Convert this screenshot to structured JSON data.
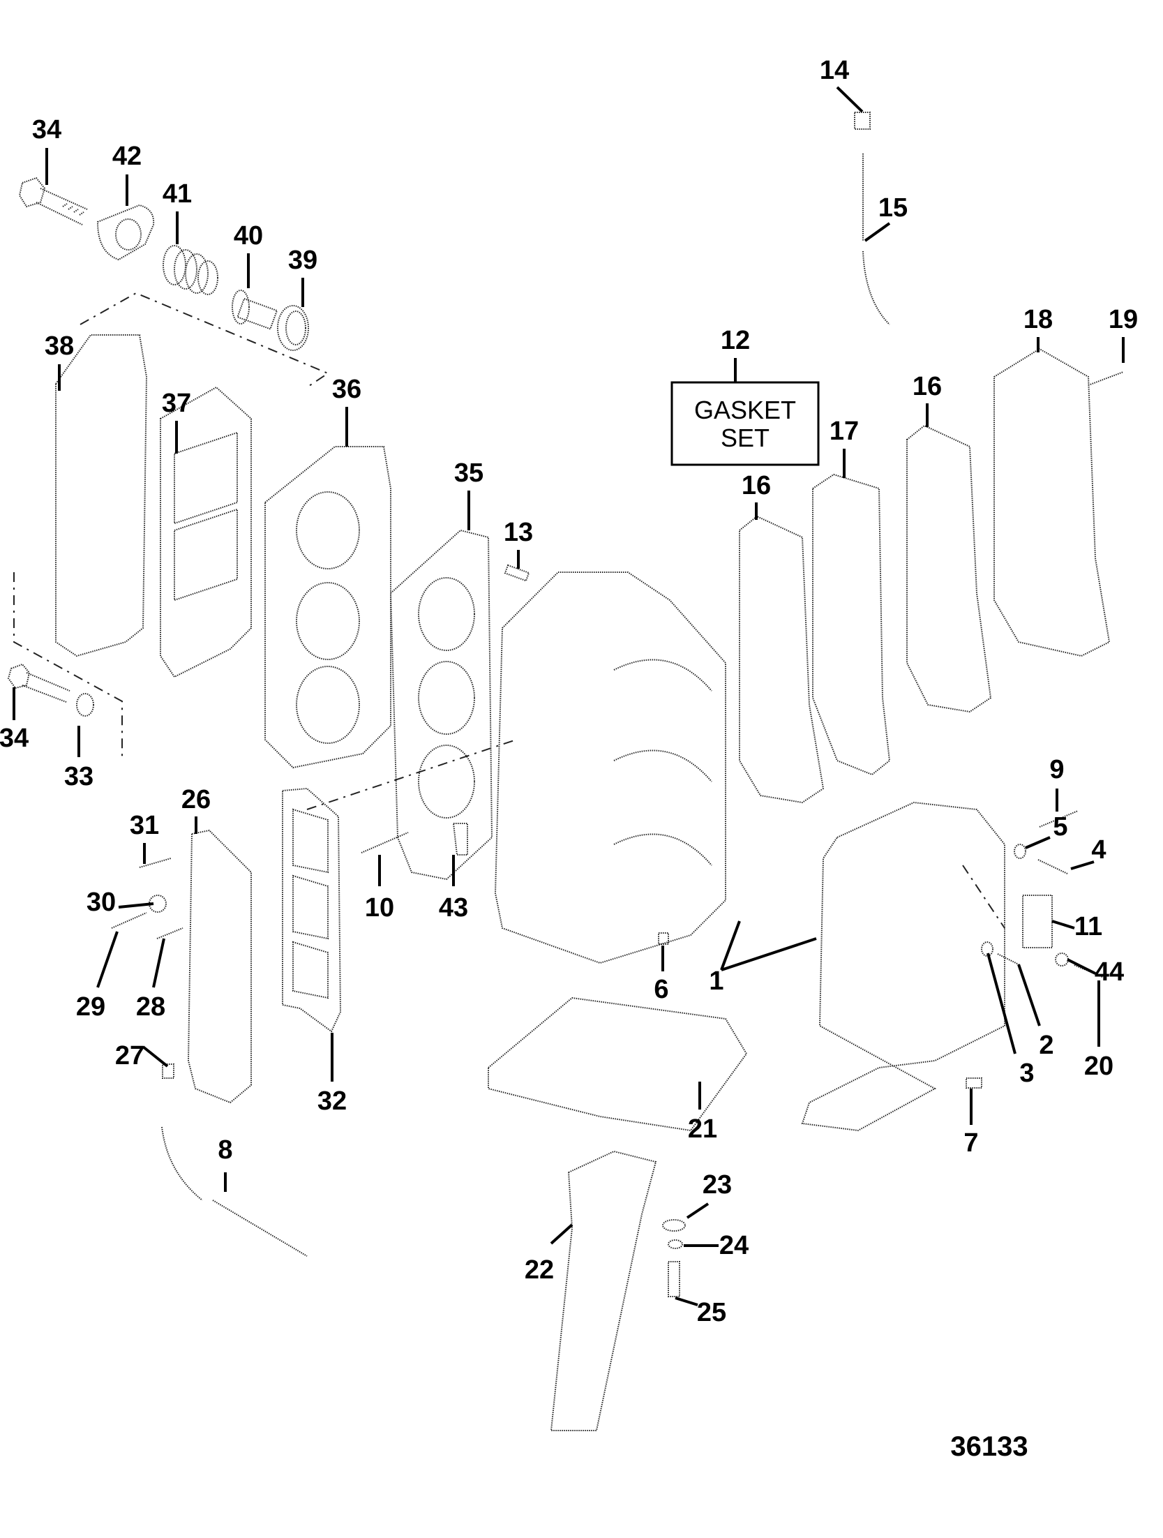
{
  "diagram": {
    "type": "exploded-parts-view",
    "figure_number": "36133",
    "note_box": {
      "lines": [
        "GASKET",
        "SET"
      ],
      "ref": "12"
    },
    "callouts": [
      "1",
      "2",
      "3",
      "4",
      "5",
      "6",
      "7",
      "8",
      "9",
      "10",
      "11",
      "12",
      "13",
      "14",
      "15",
      "16",
      "16",
      "17",
      "18",
      "19",
      "20",
      "21",
      "22",
      "23",
      "24",
      "25",
      "26",
      "27",
      "28",
      "29",
      "30",
      "31",
      "32",
      "33",
      "34",
      "34",
      "35",
      "36",
      "37",
      "38",
      "39",
      "40",
      "41",
      "42",
      "43",
      "44"
    ]
  }
}
